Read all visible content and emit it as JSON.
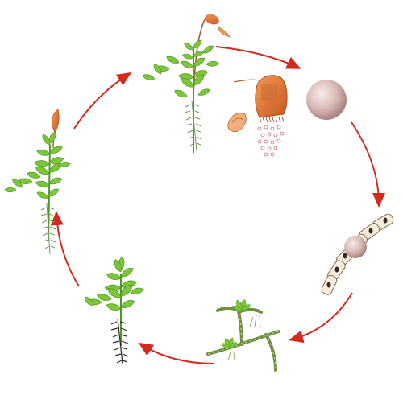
{
  "diagram": {
    "stages": [
      {
        "id": "mature-moss-with-capsule",
        "icon": "moss-plant-with-sporophyte-icon"
      },
      {
        "id": "open-capsule-releasing-spores",
        "icon": "spore-capsule-icon"
      },
      {
        "id": "spore",
        "icon": "spore-icon"
      },
      {
        "id": "germinating-spore",
        "icon": "germinating-spore-icon"
      },
      {
        "id": "protonema-with-buds",
        "icon": "protonema-icon"
      },
      {
        "id": "young-gametophyte",
        "icon": "young-moss-plant-icon"
      },
      {
        "id": "gametophyte-with-young-sporophyte",
        "icon": "moss-plant-with-young-sporophyte-icon"
      }
    ],
    "arrow_color": "#d42a1e",
    "leaf_color": "#7dc63a",
    "leaf_dark": "#4f9a24",
    "capsule_color": "#e0783a",
    "spore_color": "#c9a3a0"
  }
}
